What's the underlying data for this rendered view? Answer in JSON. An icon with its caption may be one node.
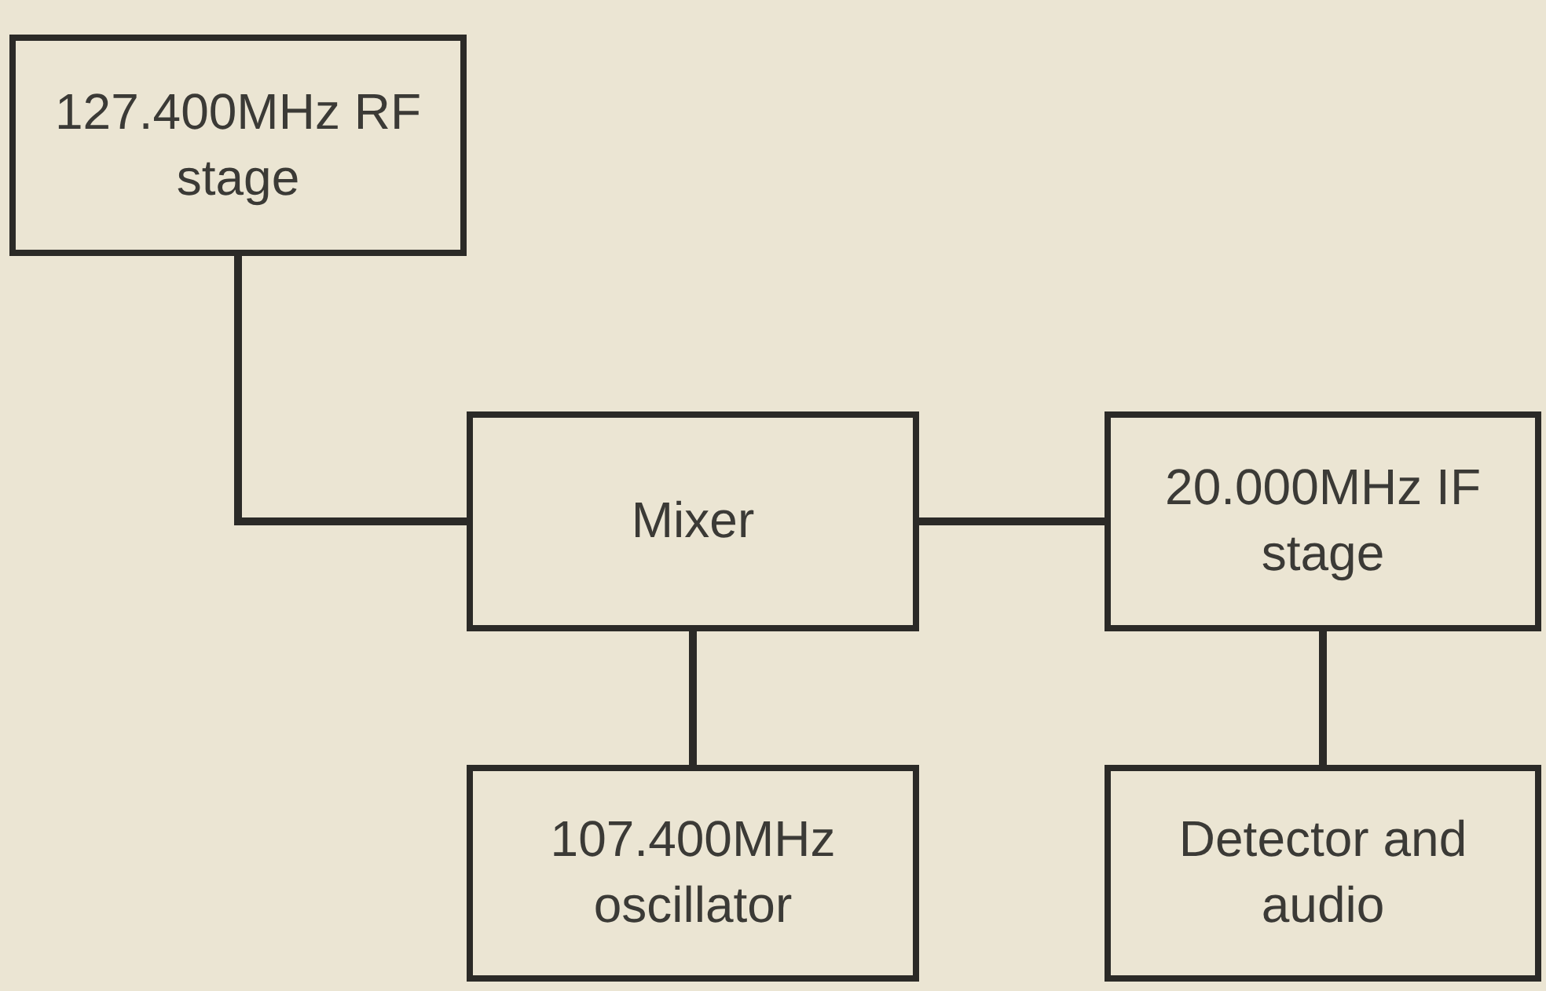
{
  "diagram": {
    "nodes": [
      {
        "text": [
          "127.400MHz RF stage"
        ]
      },
      {
        "text": [
          "Mixer"
        ]
      },
      {
        "text": [
          "20.000MHz IF stage"
        ]
      },
      {
        "text": [
          "107.400MHz oscillator"
        ]
      },
      {
        "text": [
          "Detector and audio"
        ]
      }
    ],
    "edges": [
      {
        "from": 0,
        "to": 1,
        "arrow": "none"
      },
      {
        "from": 1,
        "to": 2,
        "arrow": "none"
      },
      {
        "from": 1,
        "to": 3,
        "arrow": "none"
      },
      {
        "from": 2,
        "to": 4,
        "arrow": "none"
      }
    ]
  }
}
